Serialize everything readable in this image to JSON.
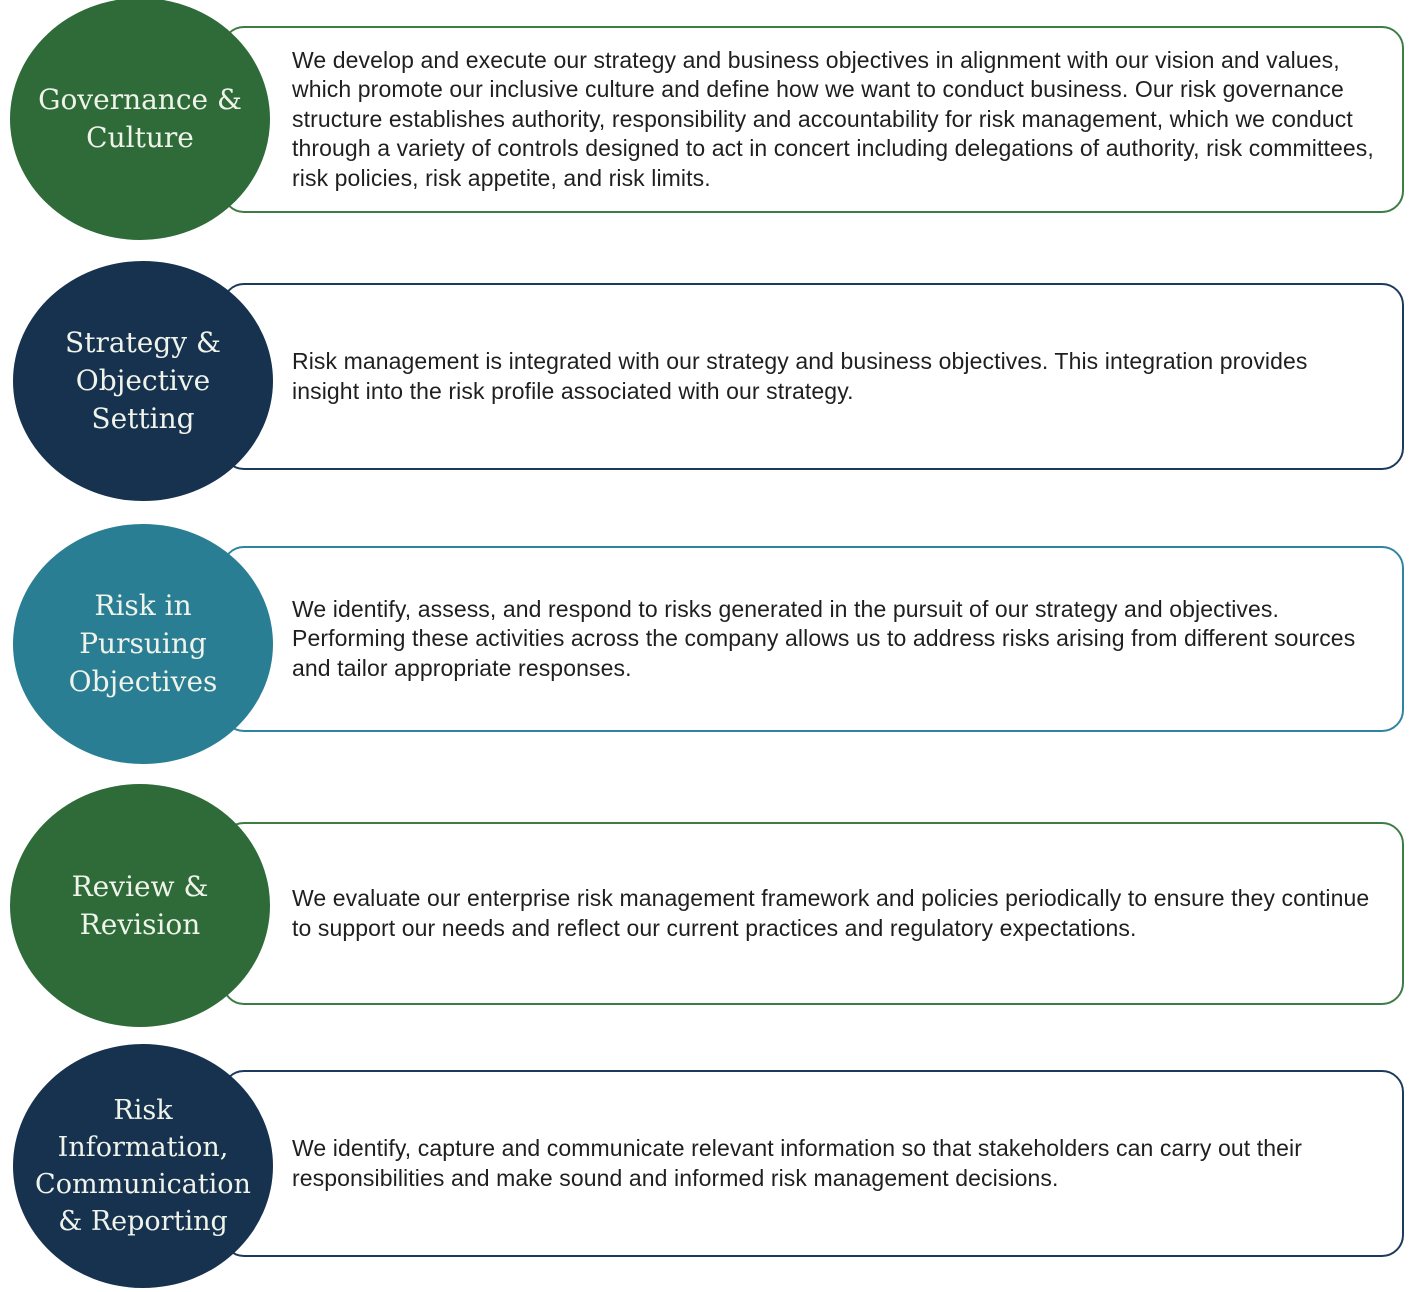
{
  "rows": [
    {
      "label": "Governance &\nCulture",
      "description": "We develop and execute our strategy and business objectives in alignment with our vision and values, which promote our inclusive culture and define how we want to conduct business. Our risk governance structure establishes authority, responsibility and accountability for risk management, which we conduct through a variety of controls designed to act in concert including delegations of authority, risk committees, risk policies, risk appetite, and risk limits.",
      "circle_color": "#2e6b39",
      "border_color": "#3e7c46"
    },
    {
      "label": "Strategy &\nObjective\nSetting",
      "description": "Risk management is integrated with our strategy and business objectives. This integration provides insight into the risk profile associated with our strategy.",
      "circle_color": "#16324f",
      "border_color": "#1c3a5c"
    },
    {
      "label": "Risk in\nPursuing\nObjectives",
      "description": "We identify, assess, and respond to risks generated in the pursuit of our strategy and objectives. Performing these activities across the company allows us to address risks arising from different sources and tailor appropriate responses.",
      "circle_color": "#2a7e94",
      "border_color": "#2f85a0"
    },
    {
      "label": "Review &\nRevision",
      "description": "We evaluate our enterprise risk management framework and policies periodically to ensure they continue to support our needs and reflect our current practices and regulatory expectations.",
      "circle_color": "#2e6b39",
      "border_color": "#3e7c46"
    },
    {
      "label": "Risk\nInformation,\nCommunication\n& Reporting",
      "description": "We identify, capture and communicate relevant information so that stakeholders can carry out their responsibilities and make sound and informed risk management decisions.",
      "circle_color": "#16324f",
      "border_color": "#1c3a5c"
    }
  ]
}
